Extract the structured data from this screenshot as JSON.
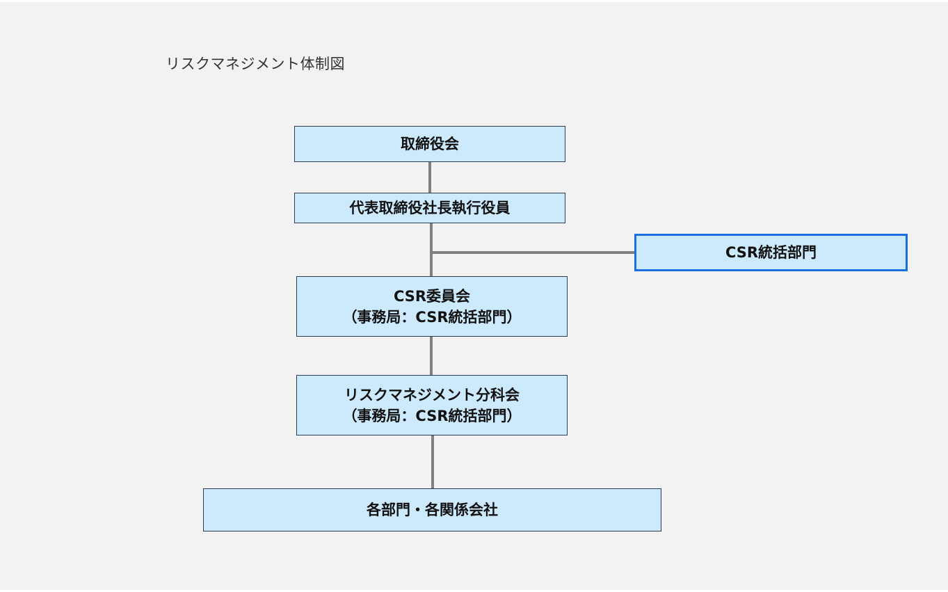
{
  "diagram": {
    "title": "リスクマネジメント体制図",
    "nodes": {
      "board": {
        "lines": [
          "取締役会"
        ]
      },
      "president": {
        "lines": [
          "代表取締役社長執行役員"
        ]
      },
      "csr_dept": {
        "lines": [
          "CSR統括部門"
        ]
      },
      "csr_committee": {
        "lines": [
          "CSR委員会",
          "（事務局：CSR統括部門）"
        ]
      },
      "risk_subcommittee": {
        "lines": [
          "リスクマネジメント分科会",
          "（事務局：CSR統括部門）"
        ]
      },
      "departments": {
        "lines": [
          "各部門・各関係会社"
        ]
      }
    },
    "edges": [
      {
        "from": "board",
        "to": "president"
      },
      {
        "from": "president",
        "to": "csr_committee"
      },
      {
        "from": "president-csr_committee-line",
        "to": "csr_dept"
      },
      {
        "from": "csr_committee",
        "to": "risk_subcommittee"
      },
      {
        "from": "risk_subcommittee",
        "to": "departments"
      }
    ],
    "colors": {
      "background": "#f2f2f2",
      "box_fill": "#cdeafd",
      "box_border": "#2b3a55",
      "highlight_border": "#1a6fe0",
      "connector": "#808080"
    }
  }
}
